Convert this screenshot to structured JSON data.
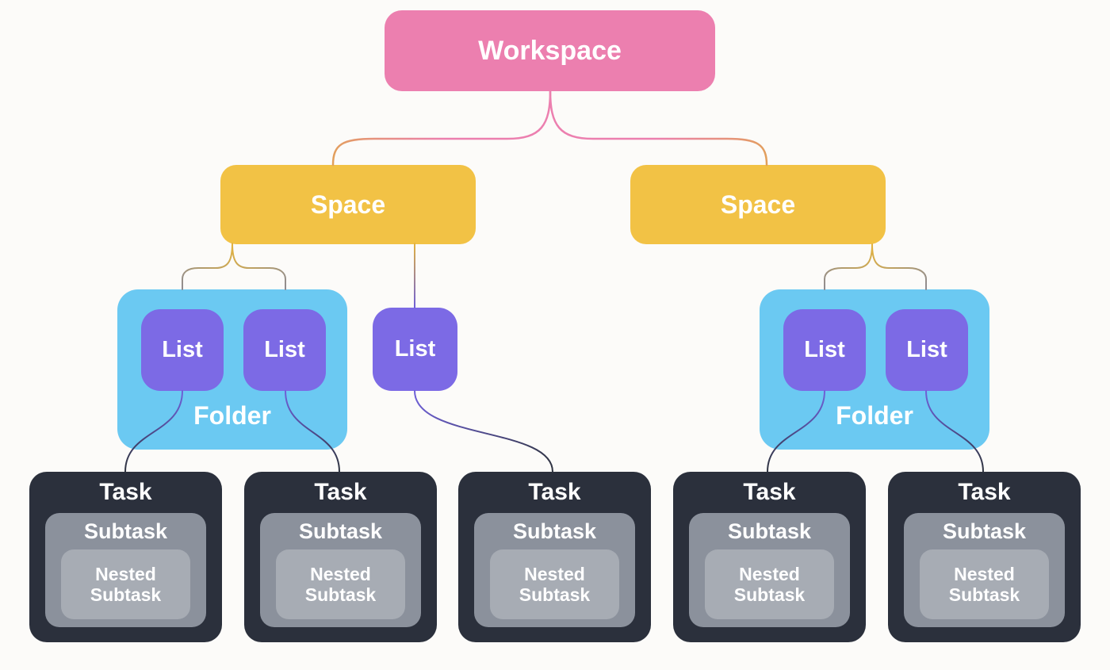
{
  "nodes": {
    "workspace": {
      "label": "Workspace"
    },
    "spaces": [
      {
        "label": "Space"
      },
      {
        "label": "Space"
      }
    ],
    "folders": [
      {
        "label": "Folder",
        "lists": [
          {
            "label": "List"
          },
          {
            "label": "List"
          }
        ]
      },
      {
        "label": "Folder",
        "lists": [
          {
            "label": "List"
          },
          {
            "label": "List"
          }
        ]
      }
    ],
    "standalone_list": {
      "label": "List"
    },
    "tasks": [
      {
        "title": "Task",
        "subtask_title": "Subtask",
        "nested_title": "Nested Subtask"
      },
      {
        "title": "Task",
        "subtask_title": "Subtask",
        "nested_title": "Nested Subtask"
      },
      {
        "title": "Task",
        "subtask_title": "Subtask",
        "nested_title": "Nested Subtask"
      },
      {
        "title": "Task",
        "subtask_title": "Subtask",
        "nested_title": "Nested Subtask"
      },
      {
        "title": "Task",
        "subtask_title": "Subtask",
        "nested_title": "Nested Subtask"
      }
    ]
  },
  "colors": {
    "background": "#FCFBF9",
    "workspace-pink": "#EC7FAF",
    "space-yellow": "#F2C245",
    "folder-blue": "#6BC9F2",
    "list-purple": "#7C6AE5",
    "task-dark": "#2B303C",
    "subtask-gray": "#8B919C",
    "nested-gray": "#A7ACB4",
    "text-white": "#FFFFFF",
    "line-pink": "#EC7FAF",
    "line-orange": "#E2A05A",
    "line-yellow": "#E2B23F",
    "line-gray": "#8F8C91",
    "line-purple": "#6F60D8",
    "line-dark": "#2F3440"
  }
}
